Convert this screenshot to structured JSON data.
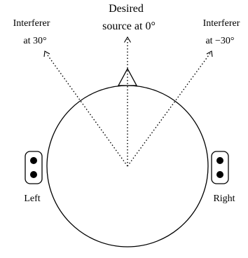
{
  "labels": {
    "desired_line1": "Desired",
    "desired_line2": "source at 0°",
    "left_interferer_line1": "Interferer",
    "left_interferer_line2": "at 30°",
    "right_interferer_line1": "Interferer",
    "right_interferer_line2": "at −30°",
    "left_ear": "Left",
    "right_ear": "Right"
  },
  "angles_deg": {
    "desired": 0,
    "left_interferer": 30,
    "right_interferer": -30
  },
  "colors": {
    "stroke": "#000000",
    "background": "#ffffff"
  }
}
